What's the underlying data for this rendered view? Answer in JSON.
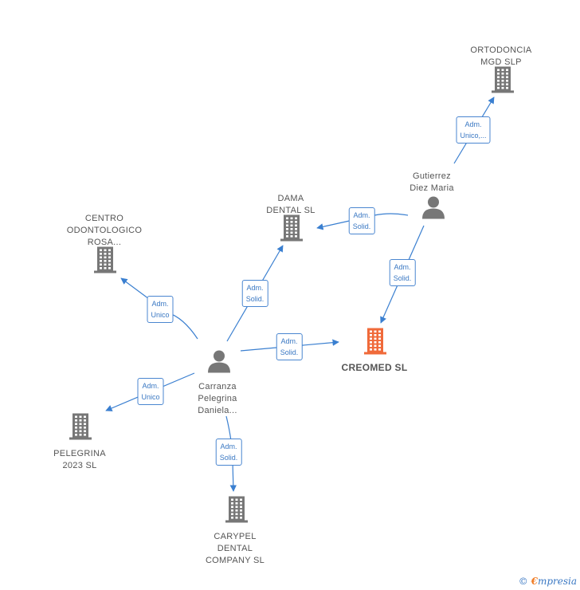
{
  "colors": {
    "edge": "#3a7fd0",
    "building": "#777777",
    "building_focus": "#f06a3a",
    "person": "#777777"
  },
  "nodes": [
    {
      "id": "ortodoncia",
      "type": "building",
      "lines": [
        "ORTODONCIA",
        "MGD  SLP"
      ]
    },
    {
      "id": "gutierrez",
      "type": "person",
      "lines": [
        "Gutierrez",
        "Diez Maria"
      ]
    },
    {
      "id": "dama",
      "type": "building",
      "lines": [
        "DAMA",
        "DENTAL  SL"
      ]
    },
    {
      "id": "centro",
      "type": "building",
      "lines": [
        "CENTRO",
        "ODONTOLOGICO",
        "ROSA..."
      ]
    },
    {
      "id": "creomed",
      "type": "building",
      "focus": true,
      "lines": [
        "CREOMED  SL"
      ]
    },
    {
      "id": "carranza",
      "type": "person",
      "lines": [
        "Carranza",
        "Pelegrina",
        "Daniela..."
      ]
    },
    {
      "id": "pelegrina",
      "type": "building",
      "lines": [
        "PELEGRINA",
        "2023  SL"
      ]
    },
    {
      "id": "carypel",
      "type": "building",
      "lines": [
        "CARYPEL",
        "DENTAL",
        "COMPANY  SL"
      ]
    }
  ],
  "edges": [
    {
      "id": "e1",
      "from": "gutierrez",
      "to": "ortodoncia",
      "label": [
        "Adm.",
        "Unico,..."
      ]
    },
    {
      "id": "e2",
      "from": "gutierrez",
      "to": "dama",
      "label": [
        "Adm.",
        "Solid."
      ]
    },
    {
      "id": "e3",
      "from": "gutierrez",
      "to": "creomed",
      "label": [
        "Adm.",
        "Solid."
      ]
    },
    {
      "id": "e4",
      "from": "carranza",
      "to": "centro",
      "label": [
        "Adm.",
        "Unico"
      ]
    },
    {
      "id": "e5",
      "from": "carranza",
      "to": "dama",
      "label": [
        "Adm.",
        "Solid."
      ]
    },
    {
      "id": "e6",
      "from": "carranza",
      "to": "creomed",
      "label": [
        "Adm.",
        "Solid."
      ]
    },
    {
      "id": "e7",
      "from": "carranza",
      "to": "pelegrina",
      "label": [
        "Adm.",
        "Unico"
      ]
    },
    {
      "id": "e8",
      "from": "carranza",
      "to": "carypel",
      "label": [
        "Adm.",
        "Solid."
      ]
    }
  ],
  "brand": {
    "copyright": "©",
    "e": "€",
    "rest": "mpresia"
  }
}
